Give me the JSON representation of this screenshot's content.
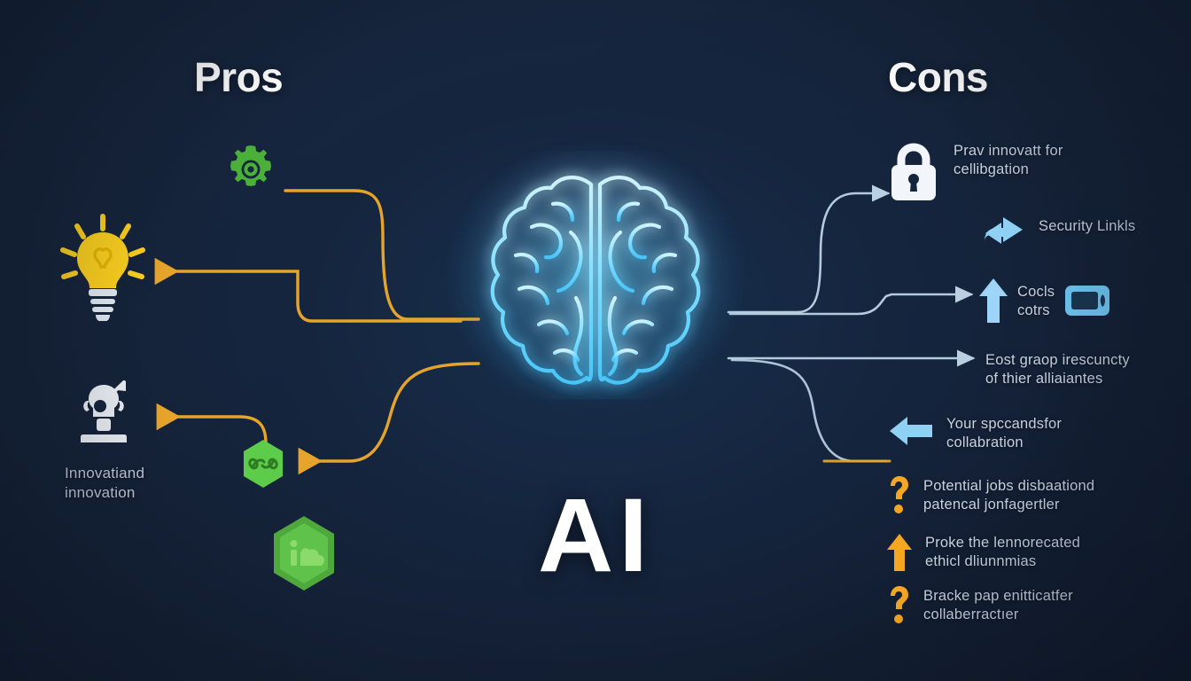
{
  "page": {
    "background_color": "#15253e",
    "center_word": "AI"
  },
  "columns": {
    "pros": {
      "title": "Pros"
    },
    "cons": {
      "title": "Cons"
    }
  },
  "pros_items": [
    {
      "id": "gear",
      "icon": "gear-icon",
      "icon_color": "#4caf3e",
      "label": ""
    },
    {
      "id": "lightbulb",
      "icon": "lightbulb-icon",
      "icon_color": "#ffd21e",
      "label": ""
    },
    {
      "id": "robot",
      "icon": "robot-growth-icon",
      "icon_color": "#eef2f7",
      "label": "Innovatiand\ninnovation"
    },
    {
      "id": "hex-link",
      "icon": "hexagon-link-icon",
      "icon_color": "#5cc council"
    },
    {
      "id": "hex-cloud",
      "icon": "hexagon-cloud-icon",
      "icon_color": "#55b440",
      "label": ""
    }
  ],
  "pros_icon_colors": {
    "gear": "#4bb03a",
    "bulb": "#ffd21e",
    "bulb_base": "#dde8f2",
    "robot": "#eef2f7",
    "hex_link": "#5dcc4a",
    "hex_cloud": "#4fa83c",
    "connector": "#e6a42b"
  },
  "cons_items": [
    {
      "icon": "padlock-icon",
      "icon_color": "#f2f6fa",
      "text": "Prav innovatt for\ncellibgation"
    },
    {
      "icon": "arrow-right-curved-icon",
      "icon_color": "#8fd0f5",
      "text": "Security Linkls"
    },
    {
      "icon": "arrow-up-icon",
      "icon_color": "#9ed4f7",
      "text": "Cocls\ncotrs",
      "trailing_icon": "device-screen-icon",
      "trailing_icon_color": "#6ec6f2"
    },
    {
      "icon": "none",
      "icon_color": "#9ed4f7",
      "text": "Eost graop irescuncty\nof thier alliaiantes"
    },
    {
      "icon": "arrow-left-icon",
      "icon_color": "#8fd0f5",
      "text": "Your spccandsfor\ncollabration"
    },
    {
      "icon": "question-mark-icon",
      "icon_color": "#f5a623",
      "text": "Potential jobs disbaationd\npatencal jonfagertler"
    },
    {
      "icon": "arrow-up-icon",
      "icon_color": "#f5a623",
      "text": "Proke the lennorecated\nethicl dliunnmias"
    },
    {
      "icon": "question-mark-icon",
      "icon_color": "#f5a623",
      "text": "Bracke pap enitticatfer\ncollaberractıer"
    }
  ],
  "colors": {
    "background": "#15253e",
    "brain_glow": "#6fd9ff",
    "pros_connector": "#e6a42b",
    "cons_connector": "#b9d6ec",
    "title_text": "#ffffff",
    "body_text": "#c7d2e0",
    "accent_orange": "#f5a623",
    "accent_green": "#4bb03a",
    "accent_yellow": "#ffd21e",
    "accent_blue": "#8fd0f5"
  }
}
